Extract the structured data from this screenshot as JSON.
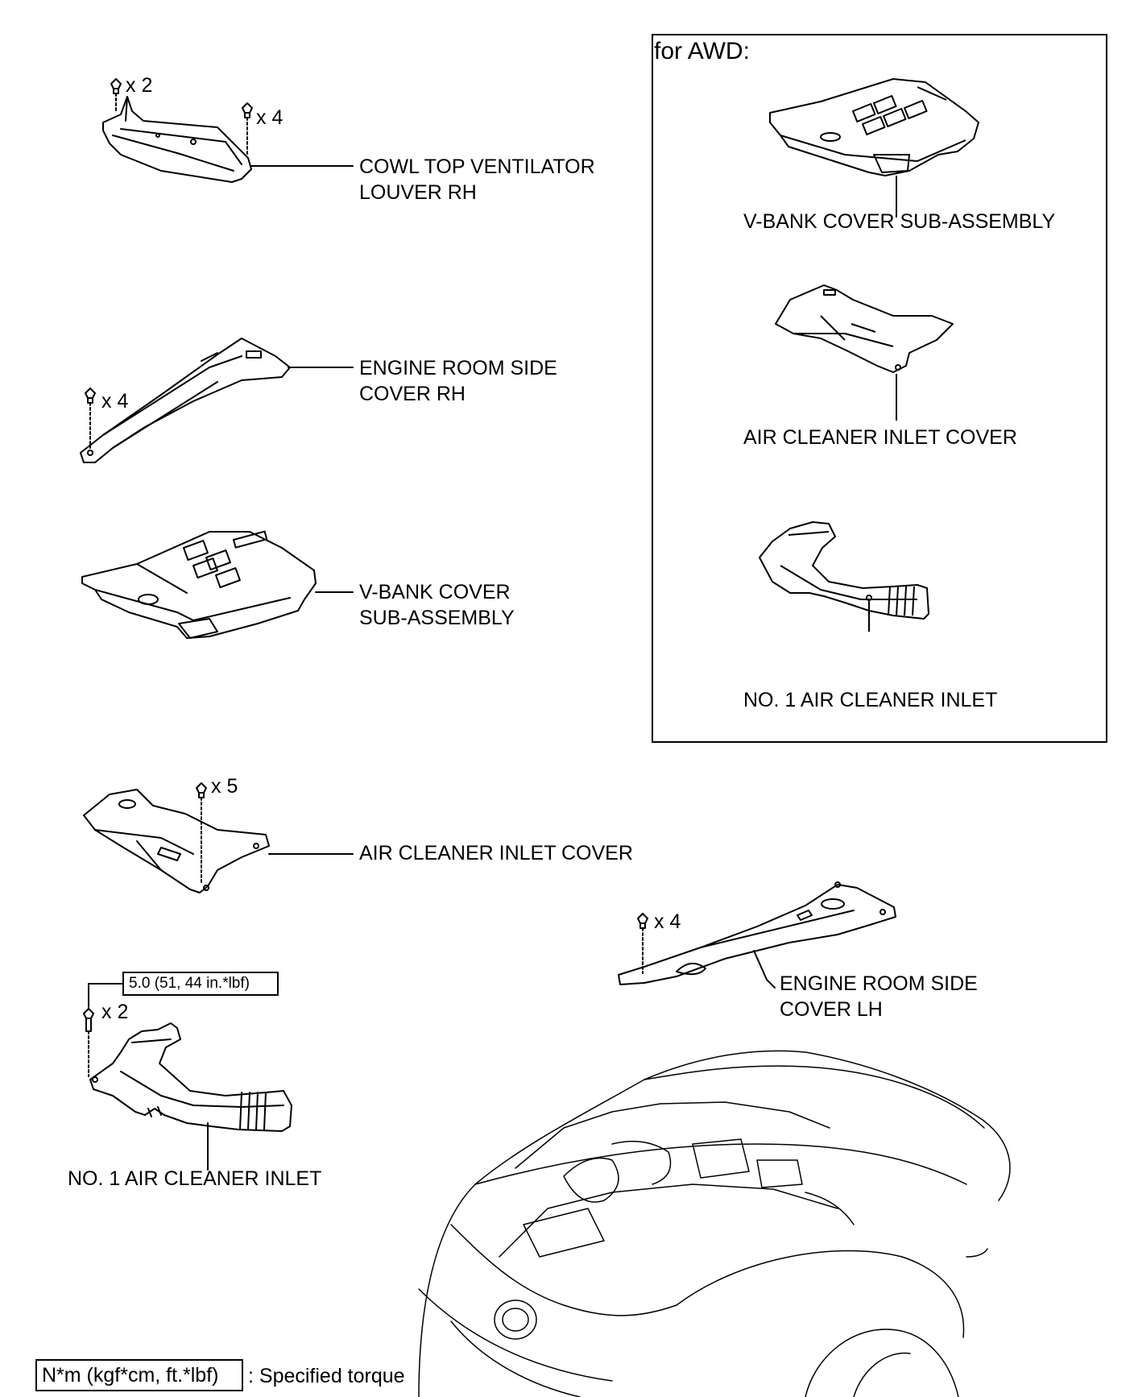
{
  "awd_panel": {
    "title": "for AWD:",
    "labels": {
      "vbank_cover": "V-BANK COVER SUB-ASSEMBLY",
      "air_cleaner_inlet_cover": "AIR CLEANER INLET COVER",
      "no1_air_cleaner_inlet": "NO. 1 AIR CLEANER INLET"
    }
  },
  "parts": {
    "cowl_top_ventilator": {
      "label_line1": "COWL TOP VENTILATOR",
      "label_line2": "LOUVER RH",
      "qty_a": "x 2",
      "qty_b": "x 4"
    },
    "engine_room_side_cover_rh": {
      "label_line1": "ENGINE ROOM SIDE",
      "label_line2": "COVER RH",
      "qty": "x 4"
    },
    "vbank_cover": {
      "label_line1": "V-BANK COVER",
      "label_line2": "SUB-ASSEMBLY"
    },
    "air_cleaner_inlet_cover": {
      "label": "AIR CLEANER INLET COVER",
      "qty": "x 5"
    },
    "engine_room_side_cover_lh": {
      "label_line1": "ENGINE ROOM SIDE",
      "label_line2": "COVER LH",
      "qty": "x 4"
    },
    "no1_air_cleaner_inlet": {
      "label": "NO. 1 AIR CLEANER INLET",
      "qty": "x 2",
      "torque": "5.0 (51, 44 in.*lbf)"
    }
  },
  "legend": {
    "unit_box": "N*m (kgf*cm, ft.*lbf)",
    "text": ": Specified torque"
  }
}
